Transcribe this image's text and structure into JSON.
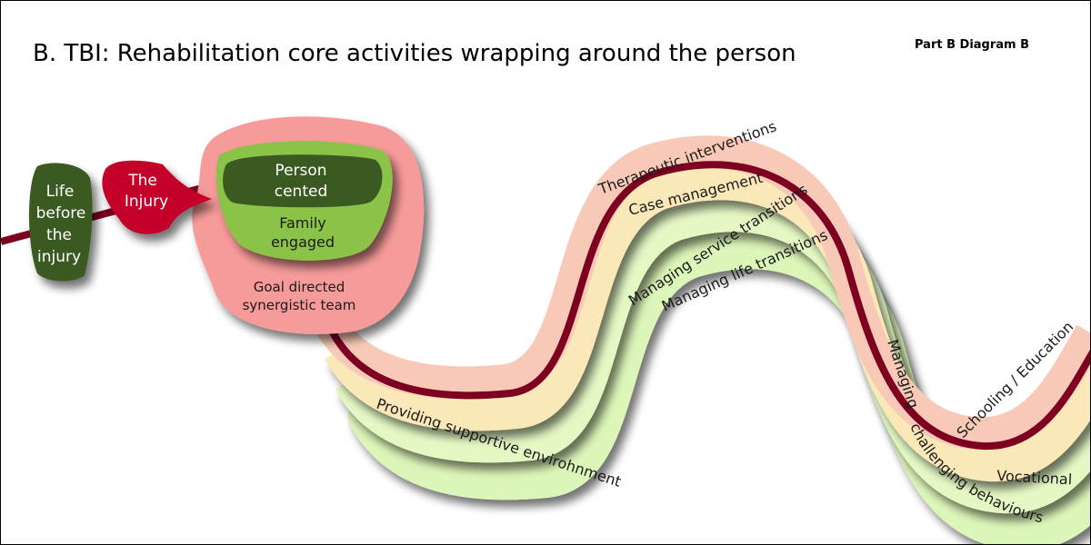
{
  "title": "B.  TBI: Rehabilitation core activities wrapping around the person",
  "subtitle": "Part B Diagram B",
  "nodes": {
    "life_before": [
      "Life",
      "before",
      "the",
      "injury"
    ],
    "injury": [
      "The",
      "Injury"
    ],
    "person_centred": [
      "Person",
      "cented"
    ],
    "family_engaged": [
      "Family",
      "engaged"
    ],
    "goal_directed": [
      "Goal directed",
      "synergistic team"
    ]
  },
  "bands": {
    "therapeutic": "Therapeutic interventions",
    "case_management": "Case management",
    "service_transitions": "Managing service transitions",
    "life_transitions": "Managing life transitions",
    "supportive_environment": "Providing supportive envirohnment",
    "challenging_1": "Managing",
    "challenging_2": "challenging behaviours",
    "schooling": "Schooling / Education",
    "vocational": "Vocational"
  },
  "colors": {
    "pink": "#f9c9b8",
    "yellow": "#fbe8b8",
    "green_band": "#e2f7c0",
    "path": "#7d0020",
    "dark_green": "#3b5a22",
    "light_green": "#8bc34a",
    "blob_pink": "#f79a9a",
    "injury_red": "#c4002b"
  }
}
